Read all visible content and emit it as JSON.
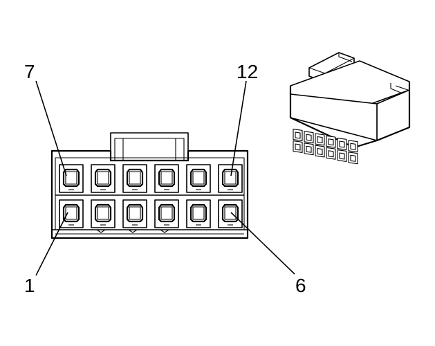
{
  "diagram": {
    "labels": {
      "top_left": "7",
      "top_right": "12",
      "bottom_left": "1",
      "bottom_right": "6"
    }
  }
}
